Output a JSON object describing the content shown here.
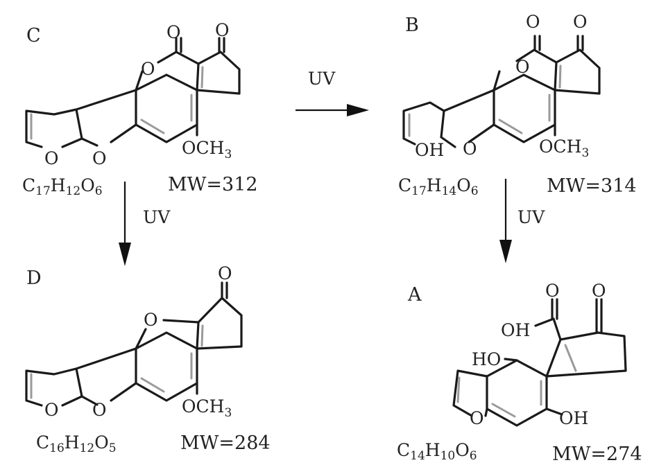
{
  "arrows": {
    "c_to_b": "UV",
    "c_to_d": "UV",
    "b_to_a": "UV"
  },
  "C": {
    "label": "C",
    "formula": [
      "C",
      "17",
      "H",
      "12",
      "O",
      "6"
    ],
    "mw": "MW=312",
    "atoms": {
      "o_top1": "O",
      "o_top2": "O",
      "o_ring": "O",
      "o_fur1": "O",
      "o_fur2": "O",
      "och3": "OCH",
      "och3_sub": "3"
    }
  },
  "B": {
    "label": "B",
    "formula": [
      "C",
      "17",
      "H",
      "14",
      "O",
      "6"
    ],
    "mw": "MW=314",
    "atoms": {
      "o_top1": "O",
      "o_top2": "O",
      "o_ring": "O",
      "oh": "OH",
      "o_fur": "O",
      "och3": "OCH",
      "och3_sub": "3"
    }
  },
  "D": {
    "label": "D",
    "formula": [
      "C",
      "16",
      "H",
      "12",
      "O",
      "5"
    ],
    "mw": "MW=284",
    "atoms": {
      "o_top": "O",
      "o_ring": "O",
      "o_fur1": "O",
      "o_fur2": "O",
      "och3": "OCH",
      "och3_sub": "3"
    }
  },
  "A": {
    "label": "A",
    "formula": [
      "C",
      "14",
      "H",
      "10",
      "O",
      "6"
    ],
    "mw": "MW=274",
    "atoms": {
      "o_top1": "O",
      "o_top2": "O",
      "oh_acid": "OH",
      "ho": "HO",
      "o_fur": "O",
      "oh": "OH"
    }
  }
}
